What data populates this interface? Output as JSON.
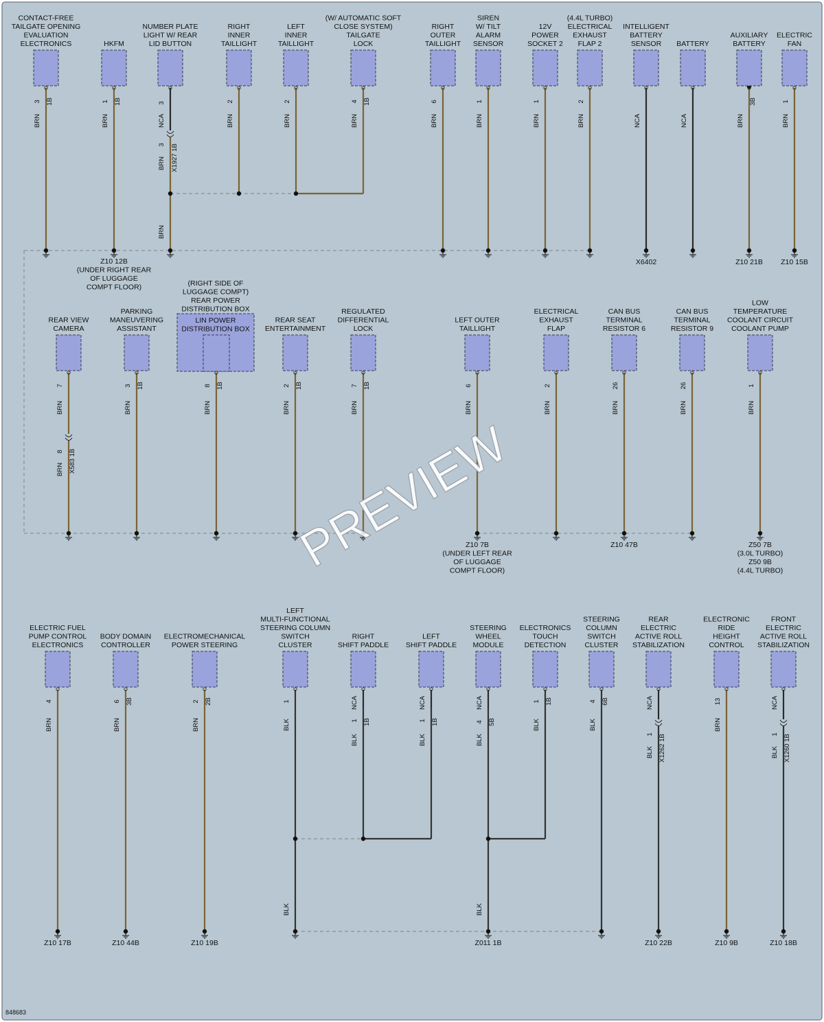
{
  "colors": {
    "background": "#b8c7d1",
    "connector_fill": "#9aa3dc",
    "connector_border": "#3a3a55",
    "wire_brn": "#7a6335",
    "wire_blk": "#333333",
    "wire_nca": "#2a2a2a",
    "dashed_line": "#8a8f96",
    "watermark": "#ffffff"
  },
  "diagram_id": "848683",
  "watermark": "PREVIEW",
  "connectors": [
    {
      "id": "c1",
      "label": "CONTACT-FREE\nTAILGATE OPENING\nEVALUATION\nELECTRONICS",
      "pins": [
        {
          "pin": "3",
          "code": "1B"
        }
      ],
      "wire": "BRN"
    },
    {
      "id": "c2",
      "label": "HKFM",
      "pins": [
        {
          "pin": "1",
          "code": "1B"
        }
      ],
      "wire": "BRN"
    },
    {
      "id": "c3",
      "label": "NUMBER PLATE\nLIGHT W/ REAR\nLID BUTTON",
      "pins": [
        {
          "pin": "3",
          "code": ""
        }
      ],
      "wire": "NCA",
      "inline": {
        "pin": "3",
        "name": "X1927 1B",
        "wire": "BRN"
      }
    },
    {
      "id": "c4",
      "label": "RIGHT\nINNER\nTAILLIGHT",
      "pins": [
        {
          "pin": "2",
          "code": ""
        }
      ],
      "wire": "BRN"
    },
    {
      "id": "c5",
      "label": "LEFT\nINNER\nTAILLIGHT",
      "pins": [
        {
          "pin": "2",
          "code": ""
        }
      ],
      "wire": "BRN"
    },
    {
      "id": "c6",
      "label": "(W/ AUTOMATIC SOFT\nCLOSE SYSTEM)\nTAILGATE\nLOCK",
      "pins": [
        {
          "pin": "4",
          "code": "1B"
        }
      ],
      "wire": "BRN"
    },
    {
      "id": "c7",
      "label": "RIGHT\nOUTER\nTAILLIGHT",
      "pins": [
        {
          "pin": "6",
          "code": ""
        }
      ],
      "wire": "BRN"
    },
    {
      "id": "c8",
      "label": "SIREN\nW/ TILT\nALARM\nSENSOR",
      "pins": [
        {
          "pin": "1",
          "code": ""
        }
      ],
      "wire": "BRN"
    },
    {
      "id": "c9",
      "label": "12V\nPOWER\nSOCKET 2",
      "pins": [
        {
          "pin": "1",
          "code": ""
        }
      ],
      "wire": "BRN"
    },
    {
      "id": "c10",
      "label": "(4.4L TURBO)\nELECTRICAL\nEXHAUST\nFLAP 2",
      "pins": [
        {
          "pin": "2",
          "code": ""
        }
      ],
      "wire": "BRN"
    },
    {
      "id": "c11",
      "label": "INTELLIGENT\nBATTERY\nSENSOR",
      "pins": [],
      "wire": "NCA"
    },
    {
      "id": "c12",
      "label": "BATTERY",
      "pins": [],
      "wire": "NCA"
    },
    {
      "id": "c13",
      "label": "AUXILIARY\nBATTERY",
      "pins": [
        {
          "pin": "",
          "code": "3B"
        }
      ],
      "wire": "BRN"
    },
    {
      "id": "c14",
      "label": "ELECTRIC\nFAN",
      "pins": [
        {
          "pin": "1",
          "code": ""
        }
      ],
      "wire": "BRN"
    },
    {
      "id": "c15",
      "label": "REAR VIEW\nCAMERA",
      "pins": [
        {
          "pin": "7",
          "code": ""
        }
      ],
      "wire": "BRN",
      "inline": {
        "pin": "8",
        "name": "X583 1B",
        "wire": "BRN"
      }
    },
    {
      "id": "c16",
      "label": "PARKING\nMANEUVERING\nASSISTANT",
      "pins": [
        {
          "pin": "3",
          "code": "1B"
        }
      ],
      "wire": "BRN"
    },
    {
      "id": "c17",
      "label": "(RIGHT SIDE OF\nLUGGAGE COMPT)\nREAR POWER\nDISTRIBUTION BOX",
      "sublabel": "LIN POWER\nDISTRIBUTION BOX",
      "pins": [
        {
          "pin": "8",
          "code": "1B"
        }
      ],
      "wire": "BRN"
    },
    {
      "id": "c18",
      "label": "REAR SEAT\nENTERTAINMENT",
      "pins": [
        {
          "pin": "2",
          "code": "1B"
        }
      ],
      "wire": "BRN"
    },
    {
      "id": "c19",
      "label": "REGULATED\nDIFFERENTIAL\nLOCK",
      "pins": [
        {
          "pin": "7",
          "code": "1B"
        }
      ],
      "wire": "BRN"
    },
    {
      "id": "c20",
      "label": "LEFT OUTER\nTAILLIGHT",
      "pins": [
        {
          "pin": "6",
          "code": ""
        }
      ],
      "wire": "BRN"
    },
    {
      "id": "c21",
      "label": "ELECTRICAL\nEXHAUST\nFLAP",
      "pins": [
        {
          "pin": "2",
          "code": ""
        }
      ],
      "wire": "BRN"
    },
    {
      "id": "c22",
      "label": "CAN BUS\nTERMINAL\nRESISTOR 6",
      "pins": [
        {
          "pin": "26",
          "code": ""
        }
      ],
      "wire": "BRN"
    },
    {
      "id": "c23",
      "label": "CAN BUS\nTERMINAL\nRESISTOR 9",
      "pins": [
        {
          "pin": "26",
          "code": ""
        }
      ],
      "wire": "BRN"
    },
    {
      "id": "c24",
      "label": "LOW\nTEMPERATURE\nCOOLANT CIRCUIT\nCOOLANT PUMP",
      "pins": [
        {
          "pin": "1",
          "code": ""
        }
      ],
      "wire": "BRN"
    },
    {
      "id": "c25",
      "label": "ELECTRIC FUEL\nPUMP CONTROL\nELECTRONICS",
      "pins": [
        {
          "pin": "4",
          "code": ""
        }
      ],
      "wire": "BRN"
    },
    {
      "id": "c26",
      "label": "BODY DOMAIN\nCONTROLLER",
      "pins": [
        {
          "pin": "6",
          "code": "3B"
        }
      ],
      "wire": "BRN"
    },
    {
      "id": "c27",
      "label": "ELECTROMECHANICAL\nPOWER STEERING",
      "pins": [
        {
          "pin": "2",
          "code": "2B"
        }
      ],
      "wire": "BRN"
    },
    {
      "id": "c28",
      "label": "LEFT\nMULTI-FUNCTIONAL\nSTEERING COLUMN\nSWITCH\nCLUSTER",
      "pins": [
        {
          "pin": "1",
          "code": ""
        }
      ],
      "wire": "BLK"
    },
    {
      "id": "c29",
      "label": "RIGHT\nSHIFT PADDLE",
      "pins": [
        {
          "pin": "1",
          "code": "1B"
        }
      ],
      "wire": "NCA",
      "wire2": "BLK"
    },
    {
      "id": "c30",
      "label": "LEFT\nSHIFT PADDLE",
      "pins": [
        {
          "pin": "1",
          "code": "1B"
        }
      ],
      "wire": "NCA",
      "wire2": "BLK"
    },
    {
      "id": "c31",
      "label": "STEERING\nWHEEL\nMODULE",
      "pins": [
        {
          "pin": "4",
          "code": "5B"
        }
      ],
      "wire": "NCA",
      "wire2": "BLK"
    },
    {
      "id": "c32",
      "label": "ELECTRONICS\nTOUCH\nDETECTION",
      "pins": [
        {
          "pin": "1",
          "code": "1B"
        }
      ],
      "wire": "BLK"
    },
    {
      "id": "c33",
      "label": "STEERING\nCOLUMN\nSWITCH\nCLUSTER",
      "pins": [
        {
          "pin": "4",
          "code": "6B"
        }
      ],
      "wire": "BLK"
    },
    {
      "id": "c34",
      "label": "REAR\nELECTRIC\nACTIVE ROLL\nSTABILIZATION",
      "pins": [],
      "wire": "NCA",
      "inline": {
        "pin": "1",
        "name": "X1262 1B",
        "wire": "BLK"
      }
    },
    {
      "id": "c35",
      "label": "ELECTRONIC\nRIDE\nHEIGHT\nCONTROL",
      "pins": [
        {
          "pin": "13",
          "code": ""
        }
      ],
      "wire": "BRN"
    },
    {
      "id": "c36",
      "label": "FRONT\nELECTRIC\nACTIVE ROLL\nSTABILIZATION",
      "pins": [],
      "wire": "NCA",
      "inline": {
        "pin": "1",
        "name": "X1260 1B",
        "wire": "BLK"
      }
    }
  ],
  "grounds": [
    {
      "id": "g1",
      "label": "Z10 12B\n(UNDER RIGHT REAR\nOF LUGGAGE\nCOMPT FLOOR)"
    },
    {
      "id": "g2",
      "label": "X6402"
    },
    {
      "id": "g3",
      "label": "Z10 21B"
    },
    {
      "id": "g4",
      "label": "Z10 15B"
    },
    {
      "id": "g5",
      "label": "Z10 7B\n(UNDER LEFT REAR\nOF LUGGAGE\nCOMPT FLOOR)"
    },
    {
      "id": "g6",
      "label": "Z10 47B"
    },
    {
      "id": "g7",
      "label": "Z50 7B\n(3.0L TURBO)\nZ50 9B\n(4.4L TURBO)"
    },
    {
      "id": "g8",
      "label": "Z10 17B"
    },
    {
      "id": "g9",
      "label": "Z10 44B"
    },
    {
      "id": "g10",
      "label": "Z10 19B"
    },
    {
      "id": "g11",
      "label": "Z011 1B"
    },
    {
      "id": "g12",
      "label": "Z10 22B"
    },
    {
      "id": "g13",
      "label": "Z10 9B"
    },
    {
      "id": "g14",
      "label": "Z10 18B"
    }
  ],
  "junction_labels": {
    "c3_below": "BRN",
    "c28_below": "BLK",
    "c31_below": "BLK"
  }
}
